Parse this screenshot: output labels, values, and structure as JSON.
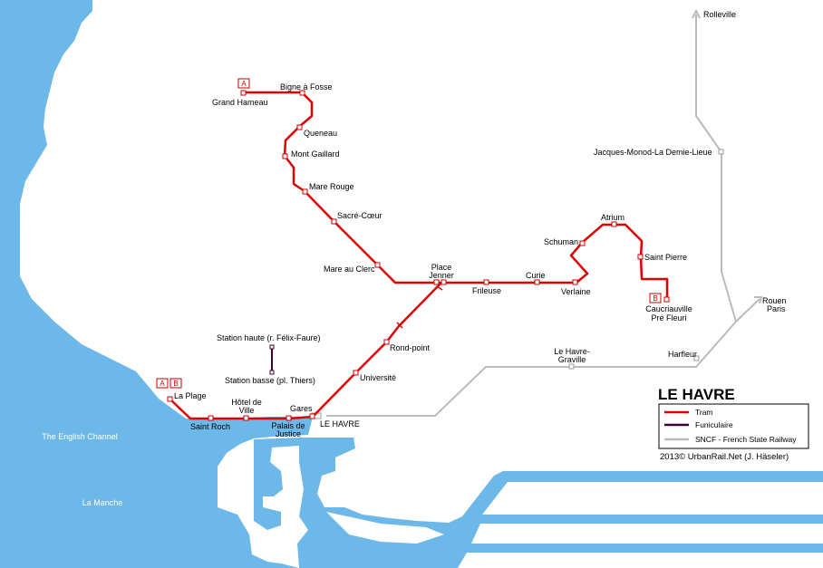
{
  "colors": {
    "water": "#6cb8e8",
    "tram": "#e00000",
    "funicular": "#3d0033",
    "sncf": "#bbbbbb"
  },
  "water_labels": {
    "channel_en": "The English Channel",
    "channel_fr": "La Manche"
  },
  "tram_stations": {
    "grand_hameau": "Grand Hameau",
    "bigne_a_fosse": "Bigne à Fosse",
    "queneau": "Queneau",
    "mont_gaillard": "Mont Gaillard",
    "mare_rouge": "Mare Rouge",
    "sacre_coeur": "Sacré-Cœur",
    "mare_au_clerc": "Mare au Clerc",
    "place_jenner_1": "Place",
    "place_jenner_2": "Jenner",
    "frileuse": "Frileuse",
    "curie": "Curie",
    "verlaine": "Verlaine",
    "schuman": "Schuman",
    "atrium": "Atrium",
    "saint_pierre": "Saint Pierre",
    "caucriauville_1": "Caucriauville",
    "caucriauville_2": "Pré Fleuri",
    "rond_point": "Rond-point",
    "universite": "Université",
    "gares": "Gares",
    "palais_1": "Palais de",
    "palais_2": "Justice",
    "hotel_1": "Hôtel de",
    "hotel_2": "Ville",
    "saint_roch": "Saint Roch",
    "la_plage": "La Plage"
  },
  "funicular_stations": {
    "haute": "Station haute (r. Félix-Faure)",
    "basse": "Station basse (pl. Thiers)"
  },
  "rail_stations": {
    "rolleville": "Rolleville",
    "jacques_monod": "Jacques-Monod-La Demie-Lieue",
    "rouen": "Rouen",
    "paris": "Paris",
    "harfleur": "Harfleur",
    "graville_1": "Le Havre-",
    "graville_2": "Graville",
    "le_havre": "LE HAVRE"
  },
  "badges": {
    "a": "A",
    "b": "B"
  },
  "legend": {
    "title": "LE HAVRE",
    "tram": "Tram",
    "funicular": "Funiculaire",
    "sncf": "SNCF - French State Railway"
  },
  "copyright": "2013© UrbanRail.Net (J. Häseler)"
}
